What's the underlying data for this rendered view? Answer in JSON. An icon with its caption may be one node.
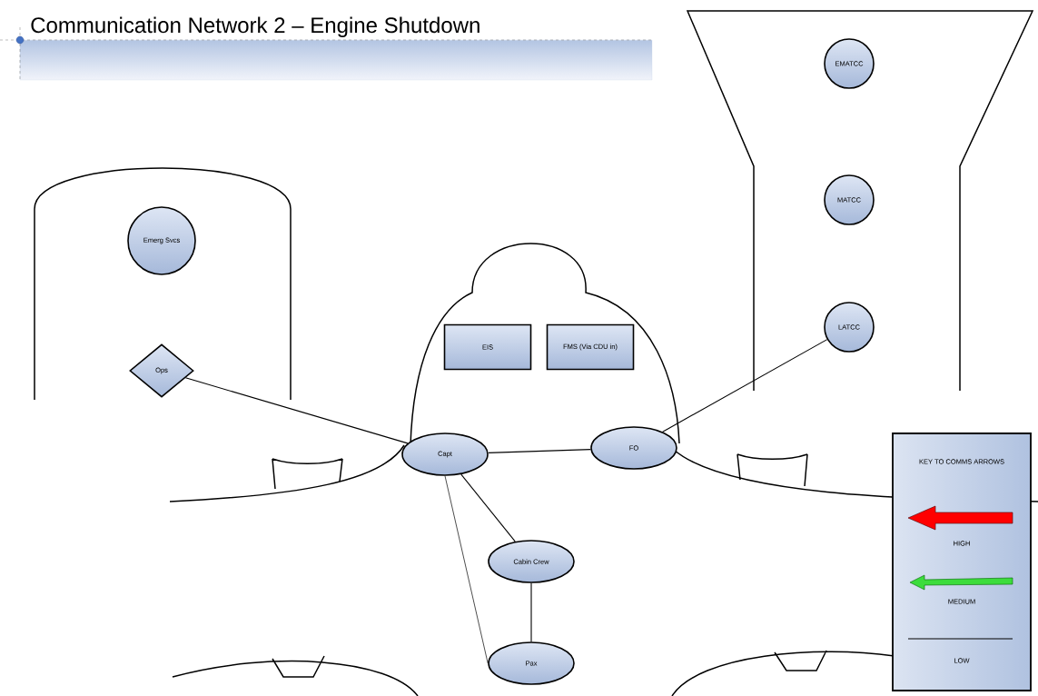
{
  "diagram": {
    "title": "Communication Network 2 – Engine Shutdown",
    "nodes": [
      {
        "text": [
          "EMATCC"
        ]
      },
      {
        "text": [
          "MATCC"
        ]
      },
      {
        "text": [
          "LATCC"
        ]
      },
      {
        "text": [
          "Emerg Svcs"
        ]
      },
      {
        "text": [
          "Ops"
        ]
      },
      {
        "text": [
          "EIS"
        ]
      },
      {
        "text": [
          "FMS (Via CDU in)"
        ]
      },
      {
        "text": [
          "Capt"
        ]
      },
      {
        "text": [
          "FO"
        ]
      },
      {
        "text": [
          "Cabin Crew"
        ]
      },
      {
        "text": [
          "Pax"
        ]
      }
    ],
    "edges": [
      {
        "from": 4,
        "to": 7,
        "arrow": "none"
      },
      {
        "from": 2,
        "to": 8,
        "arrow": "none"
      },
      {
        "from": 7,
        "to": 8,
        "arrow": "none"
      },
      {
        "from": 7,
        "to": 9,
        "arrow": "none"
      },
      {
        "from": 7,
        "to": 10,
        "arrow": "none"
      },
      {
        "from": 9,
        "to": 10,
        "arrow": "none"
      }
    ],
    "labels": [
      "KEY TO COMMS ARROWS"
    ],
    "legend": [
      {
        "text": "HIGH"
      },
      {
        "text": "MEDIUM"
      },
      {
        "text": "LOW"
      }
    ]
  }
}
